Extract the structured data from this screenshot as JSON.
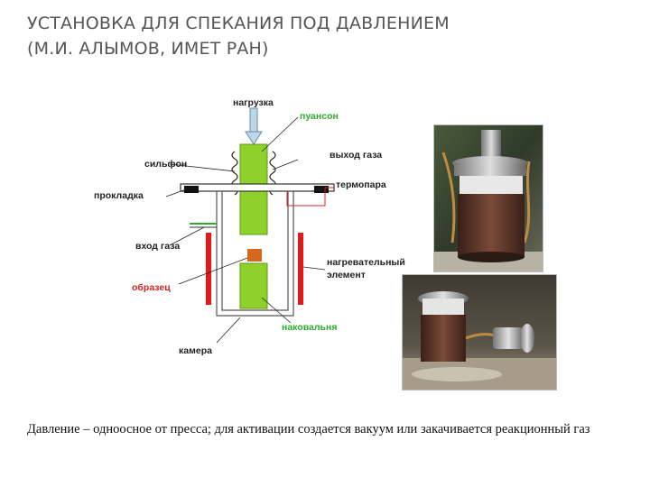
{
  "title": {
    "line1": "УСТАНОВКА ДЛЯ СПЕКАНИЯ ПОД ДАВЛЕНИЕМ",
    "line2": "(М.И. АЛЫМОВ, ИМЕТ РАН)"
  },
  "diagram": {
    "labels": {
      "load": "нагрузка",
      "punch": "пуансон",
      "bellows": "сильфон",
      "gas_out": "выход газа",
      "gasket": "прокладка",
      "thermocouple": "термопара",
      "gas_in": "вход газа",
      "heater_line1": "нагревательный",
      "heater_line2": "элемент",
      "sample": "образец",
      "anvil": "наковальня",
      "chamber": "камера"
    },
    "colors": {
      "punch": "#8fd12a",
      "heater": "#e01b1b",
      "sample": "#d2691e",
      "chamber": "#555555",
      "arrow": "#bcd6ea"
    }
  },
  "caption": "Давление – одноосное от пресса; для активации создается вакуум или закачивается реакционный газ"
}
